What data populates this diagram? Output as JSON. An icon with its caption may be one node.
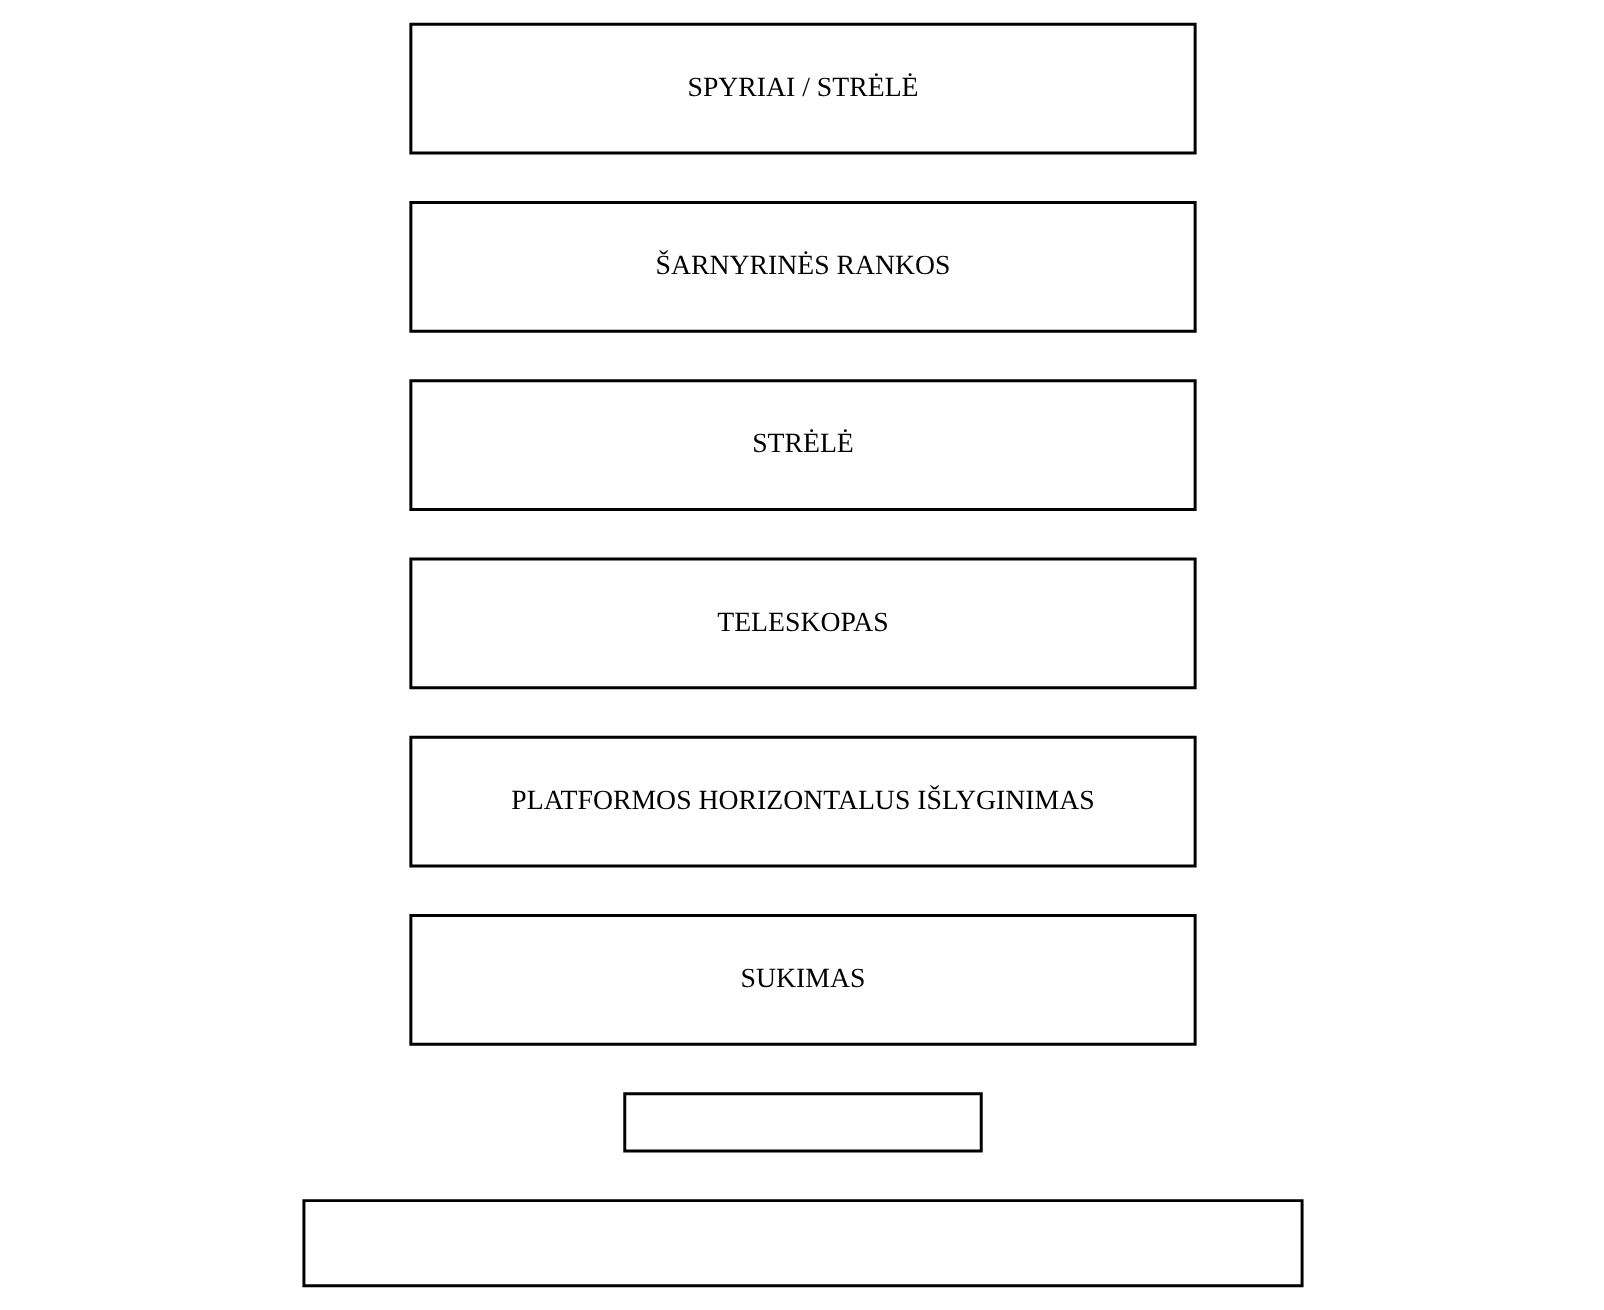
{
  "diagram": {
    "nodes": [
      {
        "text": [
          "SPYRIAI / STRĖLĖ"
        ]
      },
      {
        "text": [
          "ŠARNYRINĖS RANKOS"
        ]
      },
      {
        "text": [
          "STRĖLĖ"
        ]
      },
      {
        "text": [
          "TELESKOPAS"
        ]
      },
      {
        "text": [
          "PLATFORMOS HORIZONTALUS IŠLYGINIMAS"
        ]
      },
      {
        "text": [
          "SUKIMAS"
        ]
      },
      {
        "text": [],
        "shape": "box"
      },
      {
        "text": [],
        "shape": "box"
      }
    ]
  }
}
